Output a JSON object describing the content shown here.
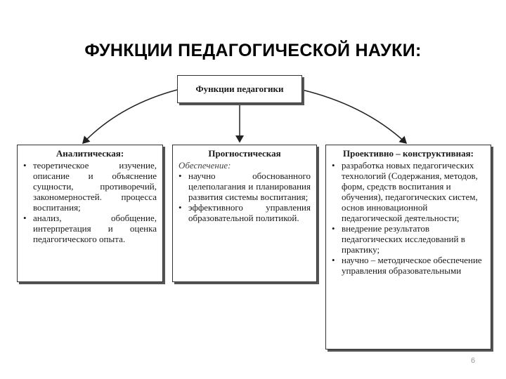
{
  "slide": {
    "title": "ФУНКЦИИ ПЕДАГОГИЧЕСКОЙ НАУКИ:",
    "page_number": "6"
  },
  "diagram": {
    "root": "Функции педагогики",
    "columns": [
      {
        "heading": "Аналитическая:",
        "items": [
          "теоретическое изучение, описание и объяснение сущности, противоречий, закономерностей. процесса воспитания;",
          "анализ, обобщение, интерпретация и оценка педагогического опыта."
        ]
      },
      {
        "heading": "Прогностическая",
        "subheading": "Обеспечение:",
        "items": [
          "научно обоснованного целеполагания и планирования развития системы воспитания;",
          "эффективного управления образовательной политикой."
        ]
      },
      {
        "heading": "Проективно – конструктивная:",
        "items": [
          "разработка новых педагогических технологий (Содержания, методов, форм, средств воспитания и обучения), педагогических систем, основ инновационной педагогической деятельности;",
          "внедрение результатов педагогических исследований в практику;",
          "научно – методическое обеспечение управления образовательными"
        ]
      }
    ]
  },
  "colors": {
    "border": "#333333",
    "shadow": "#555555",
    "text": "#1a1a1a"
  }
}
